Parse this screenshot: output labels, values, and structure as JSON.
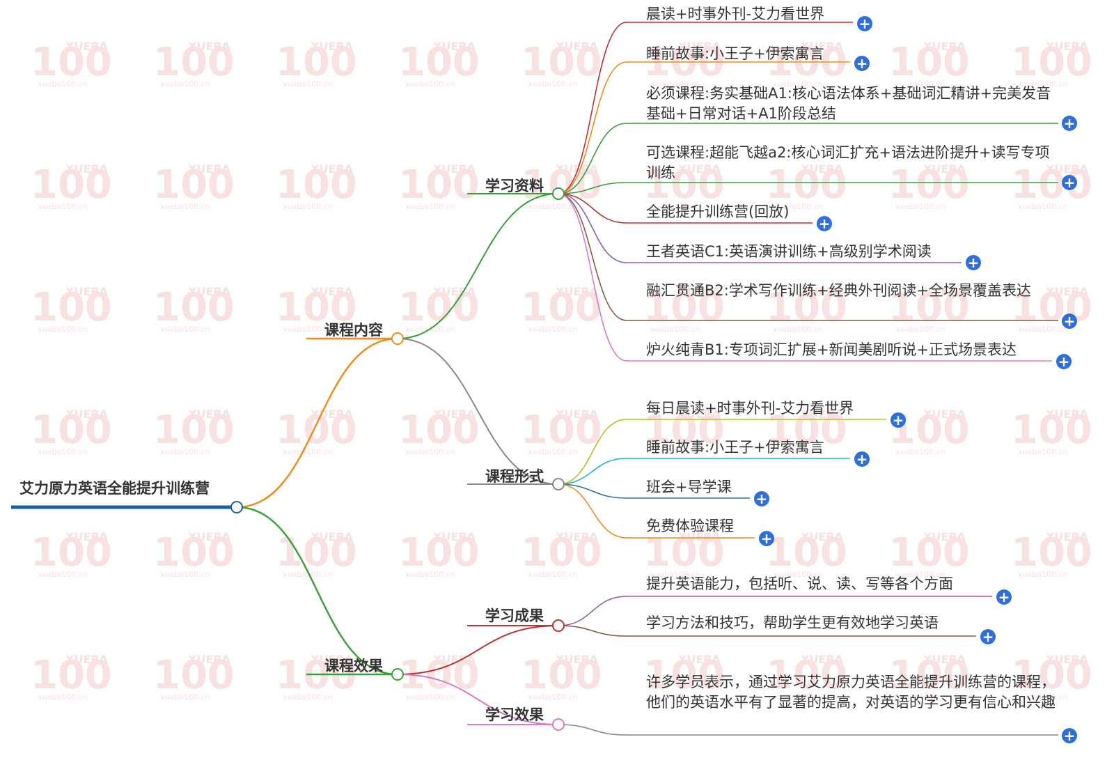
{
  "root": {
    "label": "艾力原力英语全能提升训练营"
  },
  "branches": [
    {
      "key": "content",
      "label": "课程内容",
      "children": [
        {
          "key": "materials",
          "label": "学习资料",
          "leaves": [
            {
              "label": "晨读+时事外刊-艾力看世界"
            },
            {
              "label": "睡前故事:小王子+伊索寓言"
            },
            {
              "label": "必须课程:务实基础A1:核心语法体系+基础词汇精讲+完美发音基础+日常对话+A1阶段总结"
            },
            {
              "label": "可选课程:超能飞越a2:核心词汇扩充+语法进阶提升+读写专项训练"
            },
            {
              "label": "全能提升训练营(回放)"
            },
            {
              "label": "王者英语C1:英语演讲训练+高级别学术阅读"
            },
            {
              "label": "融汇贯通B2:学术写作训练+经典外刊阅读+全场景覆盖表达"
            },
            {
              "label": "炉火纯青B1:专项词汇扩展+新闻美剧听说+正式场景表达"
            }
          ]
        },
        {
          "key": "format",
          "label": "课程形式",
          "leaves": [
            {
              "label": "每日晨读+时事外刊-艾力看世界"
            },
            {
              "label": "睡前故事:小王子+伊索寓言"
            },
            {
              "label": "班会+导学课"
            },
            {
              "label": "免费体验课程"
            }
          ]
        }
      ]
    },
    {
      "key": "effect",
      "label": "课程效果",
      "children": [
        {
          "key": "results",
          "label": "学习成果",
          "leaves": [
            {
              "label": "提升英语能力，包括听、说、读、写等各个方面"
            },
            {
              "label": "学习方法和技巧，帮助学生更有效地学习英语"
            }
          ]
        },
        {
          "key": "effects",
          "label": "学习效果",
          "leaves": [
            {
              "label": "许多学员表示，通过学习艾力原力英语全能提升训练营的课程，他们的英语水平有了显著的提高，对英语的学习更有信心和兴趣"
            }
          ]
        }
      ]
    }
  ],
  "expand_icon": "plus-circle-icon",
  "watermark": {
    "main": "100",
    "top": "XUEBA",
    "bottom": "xueba100.cn"
  },
  "colors": {
    "root_line": "#1f5fa0",
    "expand_button": "#2f6fdc",
    "branch_content": "#f08c1c",
    "branch_effect": "#3aa03a",
    "materials_link": "#3aa03a",
    "format_link": "#888888",
    "results_link": "#b83232",
    "effects_link": "#d97ac8"
  }
}
